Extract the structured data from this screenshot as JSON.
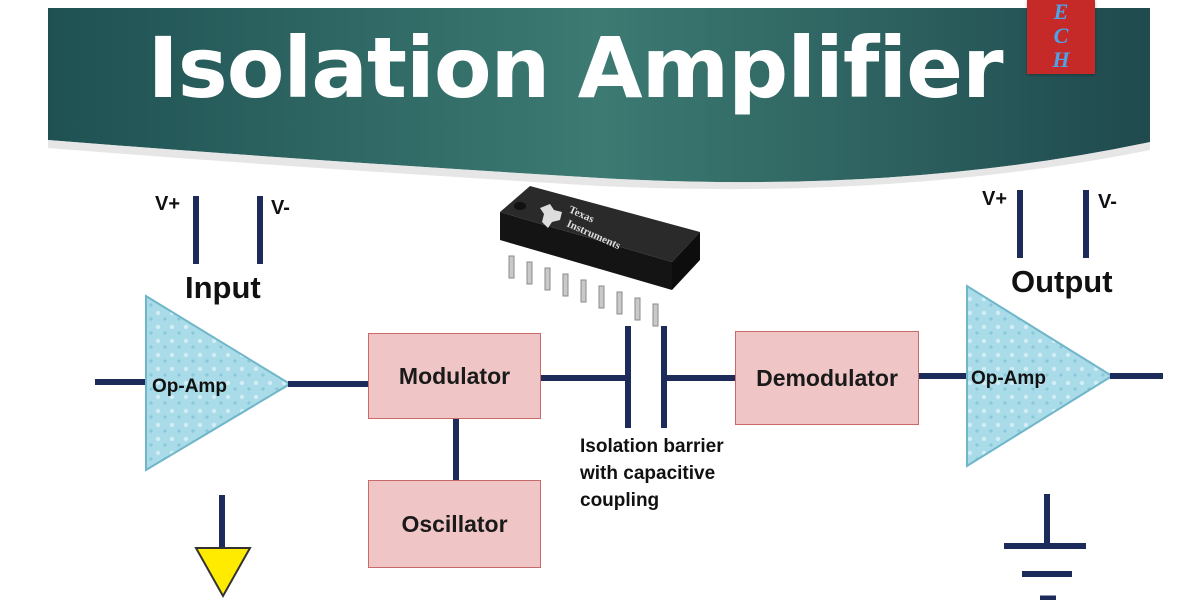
{
  "title": "Isolation Amplifier",
  "brand_tag": {
    "letters": [
      "E",
      "C",
      "H"
    ],
    "color": "#c62a28"
  },
  "chip": {
    "brand_line1": "Texas",
    "brand_line2": "Instruments",
    "icon": "texas-instruments-logo"
  },
  "input_stage": {
    "label": "Input",
    "supply_positive": "V+",
    "supply_negative": "V-",
    "amp_label": "Op-Amp"
  },
  "output_stage": {
    "label": "Output",
    "supply_positive": "V+",
    "supply_negative": "V-",
    "amp_label": "Op-Amp"
  },
  "blocks": {
    "modulator": "Modulator",
    "oscillator": "Oscillator",
    "demodulator": "Demodulator"
  },
  "barrier_note": [
    "Isolation barrier",
    "with capacitive",
    "coupling"
  ],
  "colors": {
    "banner": "#2f6a66",
    "wire": "#1c2b5a",
    "block_fill": "#f0c5c5",
    "amp_fill": "#a9dbe8",
    "ground_symbol": "#ffeb00"
  }
}
